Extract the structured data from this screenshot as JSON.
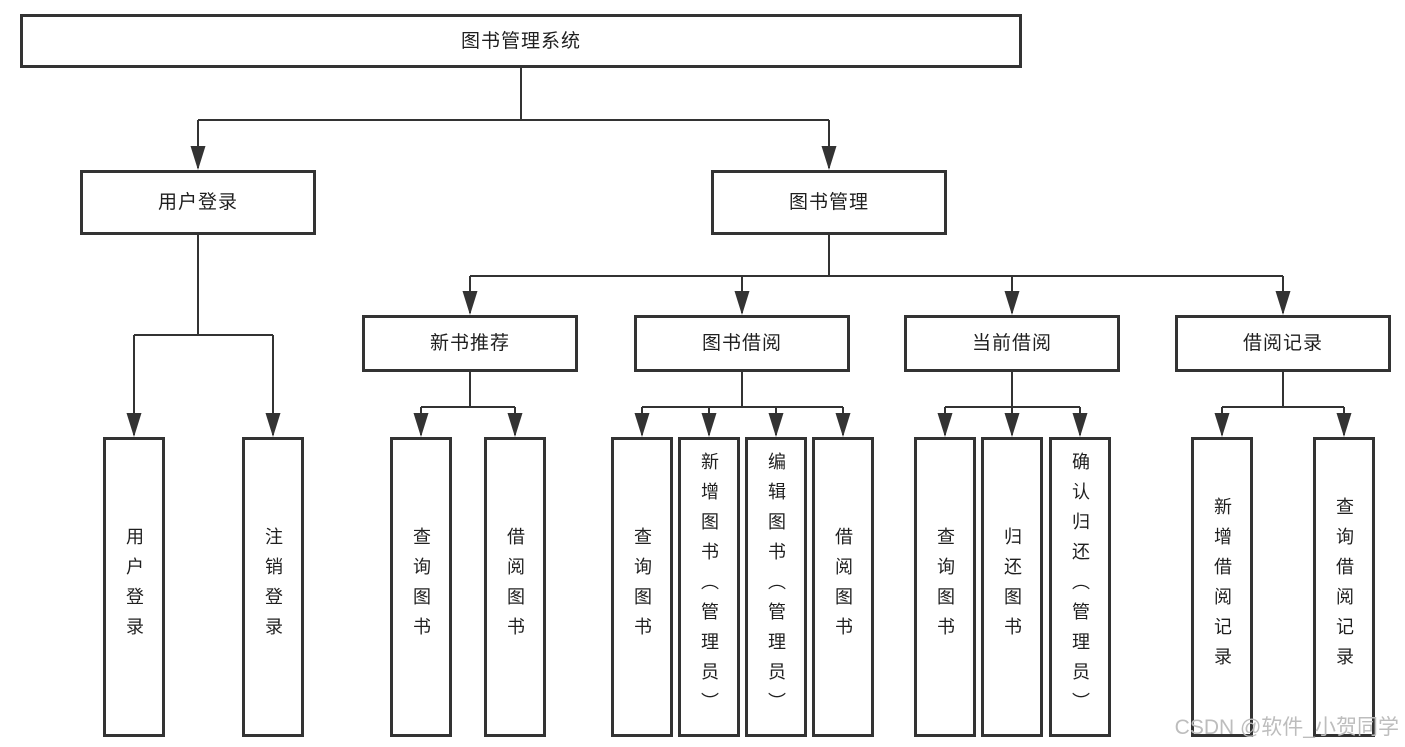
{
  "colors": {
    "line": "#333333",
    "text": "#1f1f1f",
    "watermark": "#bdbdbd",
    "bg": "#ffffff"
  },
  "watermark": {
    "text": "CSDN @软件_小贺同学"
  },
  "tree": {
    "root": {
      "label": "图书管理系统",
      "children": [
        {
          "label": "用户登录",
          "children": [
            {
              "label": "用户登录"
            },
            {
              "label": "注销登录"
            }
          ]
        },
        {
          "label": "图书管理",
          "children": [
            {
              "label": "新书推荐",
              "children": [
                {
                  "label": "查询图书"
                },
                {
                  "label": "借阅图书"
                }
              ]
            },
            {
              "label": "图书借阅",
              "children": [
                {
                  "label": "查询图书"
                },
                {
                  "label": "新增图书（管理员）"
                },
                {
                  "label": "编辑图书（管理员）"
                },
                {
                  "label": "借阅图书"
                }
              ]
            },
            {
              "label": "当前借阅",
              "children": [
                {
                  "label": "查询图书"
                },
                {
                  "label": "归还图书"
                },
                {
                  "label": "确认归还（管理员）"
                }
              ]
            },
            {
              "label": "借阅记录",
              "children": [
                {
                  "label": "新增借阅记录"
                },
                {
                  "label": "查询借阅记录"
                }
              ]
            }
          ]
        }
      ]
    }
  }
}
